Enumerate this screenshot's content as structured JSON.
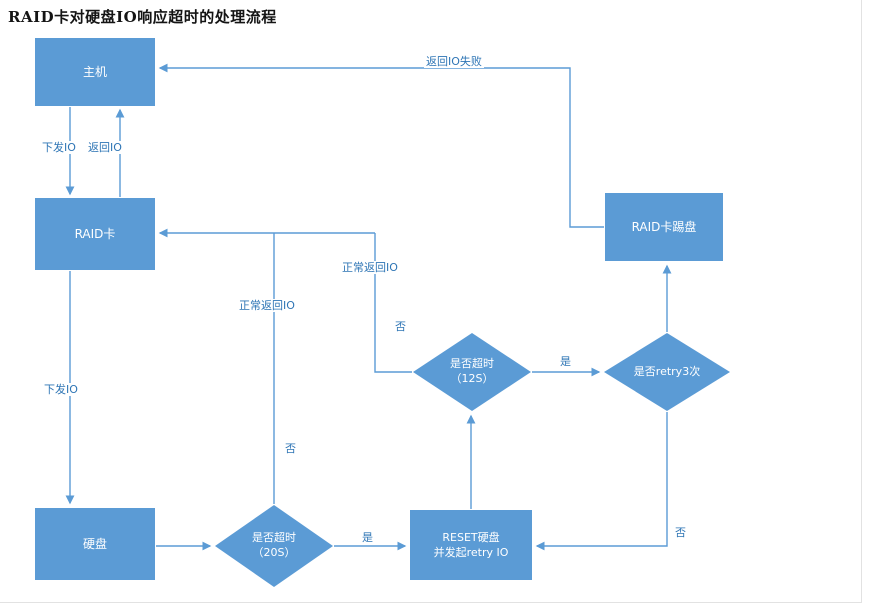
{
  "title": "RAID卡对硬盘IO响应超时的处理流程",
  "nodes": {
    "host": {
      "label": "主机"
    },
    "raid_card": {
      "label": "RAID卡"
    },
    "disk": {
      "label": "硬盘"
    },
    "kick_disk": {
      "label": "RAID卡踢盘"
    },
    "reset_disk": {
      "line1": "RESET硬盘",
      "line2": "并发起retry IO"
    },
    "timeout_20s": {
      "line1": "是否超时",
      "line2": "（20S）"
    },
    "timeout_12s": {
      "line1": "是否超时",
      "line2": "（12S）"
    },
    "retry_3_times": {
      "label": "是否retry3次"
    }
  },
  "edges": {
    "send_io_host_raid": "下发IO",
    "return_io": "返回IO",
    "send_io_raid_disk": "下发IO",
    "return_io_fail": "返回IO失败",
    "normal_return_io_20s": "正常返回IO",
    "no_20s": "否",
    "normal_return_io_12s": "正常返回IO",
    "no_12s": "否",
    "yes_20s": "是",
    "yes_12s": "是",
    "no_retry3": "否"
  },
  "colors": {
    "node_fill": "#5b9bd5",
    "line": "#5b9bd5",
    "edge_text": "#2e75b5",
    "node_text": "#ffffff"
  }
}
